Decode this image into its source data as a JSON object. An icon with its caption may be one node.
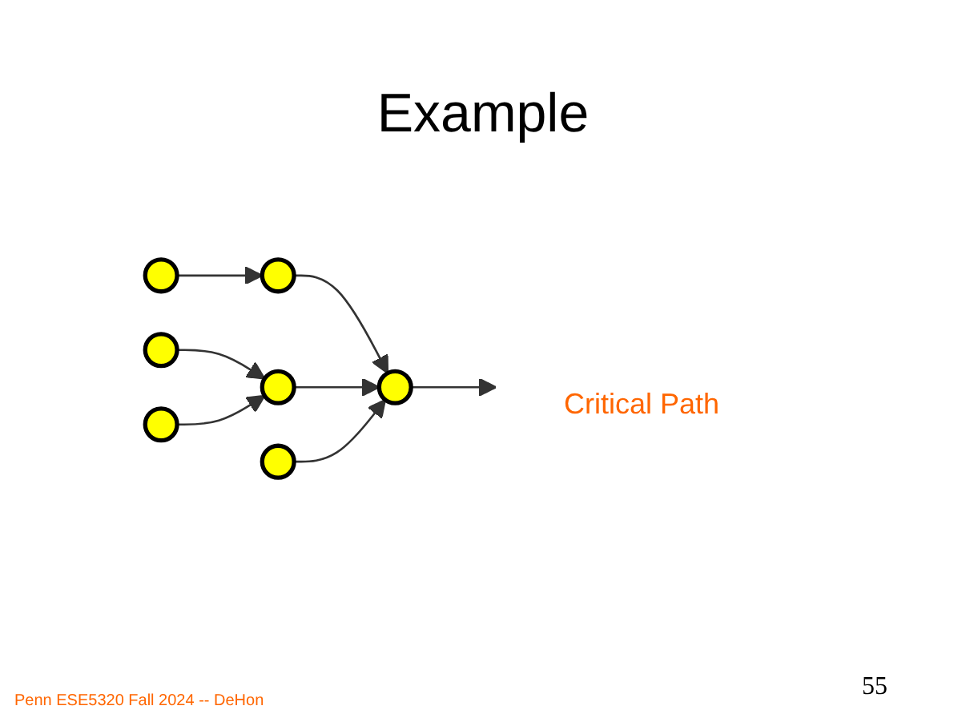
{
  "diagram": {
    "title": "Example",
    "nodes": [
      {
        "text": [],
        "shape": "circle"
      },
      {
        "text": [],
        "shape": "circle"
      },
      {
        "text": [],
        "shape": "circle"
      },
      {
        "text": [],
        "shape": "circle"
      },
      {
        "text": [],
        "shape": "circle"
      },
      {
        "text": [],
        "shape": "circle"
      },
      {
        "text": [],
        "shape": "circle"
      }
    ],
    "edges": [
      {
        "from": 0,
        "to": 1,
        "arrow": "to"
      },
      {
        "from": 1,
        "to": 2,
        "arrow": "to"
      },
      {
        "from": 2,
        "to": null,
        "arrow": "to"
      },
      {
        "from": 3,
        "to": 4,
        "arrow": "to"
      },
      {
        "from": 4,
        "to": 2,
        "arrow": "to"
      },
      {
        "from": 5,
        "to": 4,
        "arrow": "to"
      },
      {
        "from": 6,
        "to": 2,
        "arrow": "to"
      }
    ],
    "labels": [
      "Critical Path",
      "55",
      "Penn ESE5320 Fall 2024 -- DeHon"
    ]
  }
}
